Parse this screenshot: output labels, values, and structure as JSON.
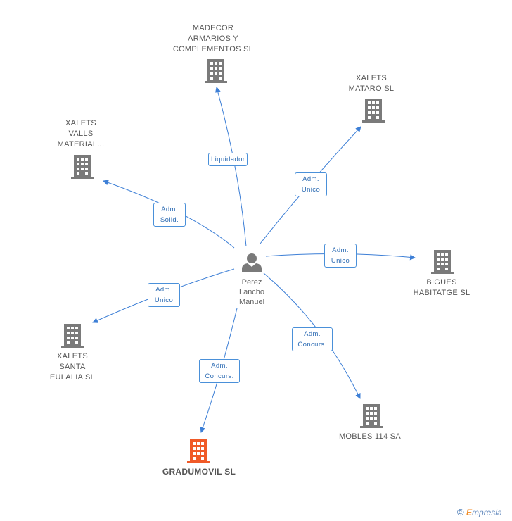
{
  "center": {
    "name_lines": [
      "Perez",
      "Lancho",
      "Manuel"
    ]
  },
  "companies": [
    {
      "id": "madecor",
      "lines": [
        "MADECOR",
        "ARMARIOS Y",
        "COMPLEMENTOS SL"
      ],
      "main": false
    },
    {
      "id": "xalets_mataro",
      "lines": [
        "XALETS",
        "MATARO SL"
      ],
      "main": false
    },
    {
      "id": "xalets_valls",
      "lines": [
        "XALETS",
        "VALLS",
        "MATERIAL..."
      ],
      "main": false
    },
    {
      "id": "bigues",
      "lines": [
        "BIGUES",
        "HABITATGE SL"
      ],
      "main": false
    },
    {
      "id": "xalets_santa",
      "lines": [
        "XALETS",
        "SANTA",
        "EULALIA SL"
      ],
      "main": false
    },
    {
      "id": "mobles",
      "lines": [
        "MOBLES 114 SA"
      ],
      "main": false
    },
    {
      "id": "gradumovil",
      "lines": [
        "GRADUMOVIL SL"
      ],
      "main": true
    }
  ],
  "roles": [
    {
      "target": "madecor",
      "lines": [
        "Liquidador"
      ]
    },
    {
      "target": "xalets_mataro",
      "lines": [
        "Adm.",
        "Unico"
      ]
    },
    {
      "target": "xalets_valls",
      "lines": [
        "Adm.",
        "Solid."
      ]
    },
    {
      "target": "bigues",
      "lines": [
        "Adm.",
        "Unico"
      ]
    },
    {
      "target": "xalets_santa",
      "lines": [
        "Adm.",
        "Unico"
      ]
    },
    {
      "target": "mobles",
      "lines": [
        "Adm.",
        "Concurs."
      ]
    },
    {
      "target": "gradumovil",
      "lines": [
        "Adm.",
        "Concurs."
      ]
    }
  ],
  "colors": {
    "edge": "#3d7fd6",
    "building": "#7a7a7a",
    "building_main": "#f05a28",
    "person": "#7a7a7a"
  },
  "footer": {
    "copyright": "©",
    "brand_first": "E",
    "brand_rest": "mpresia"
  }
}
